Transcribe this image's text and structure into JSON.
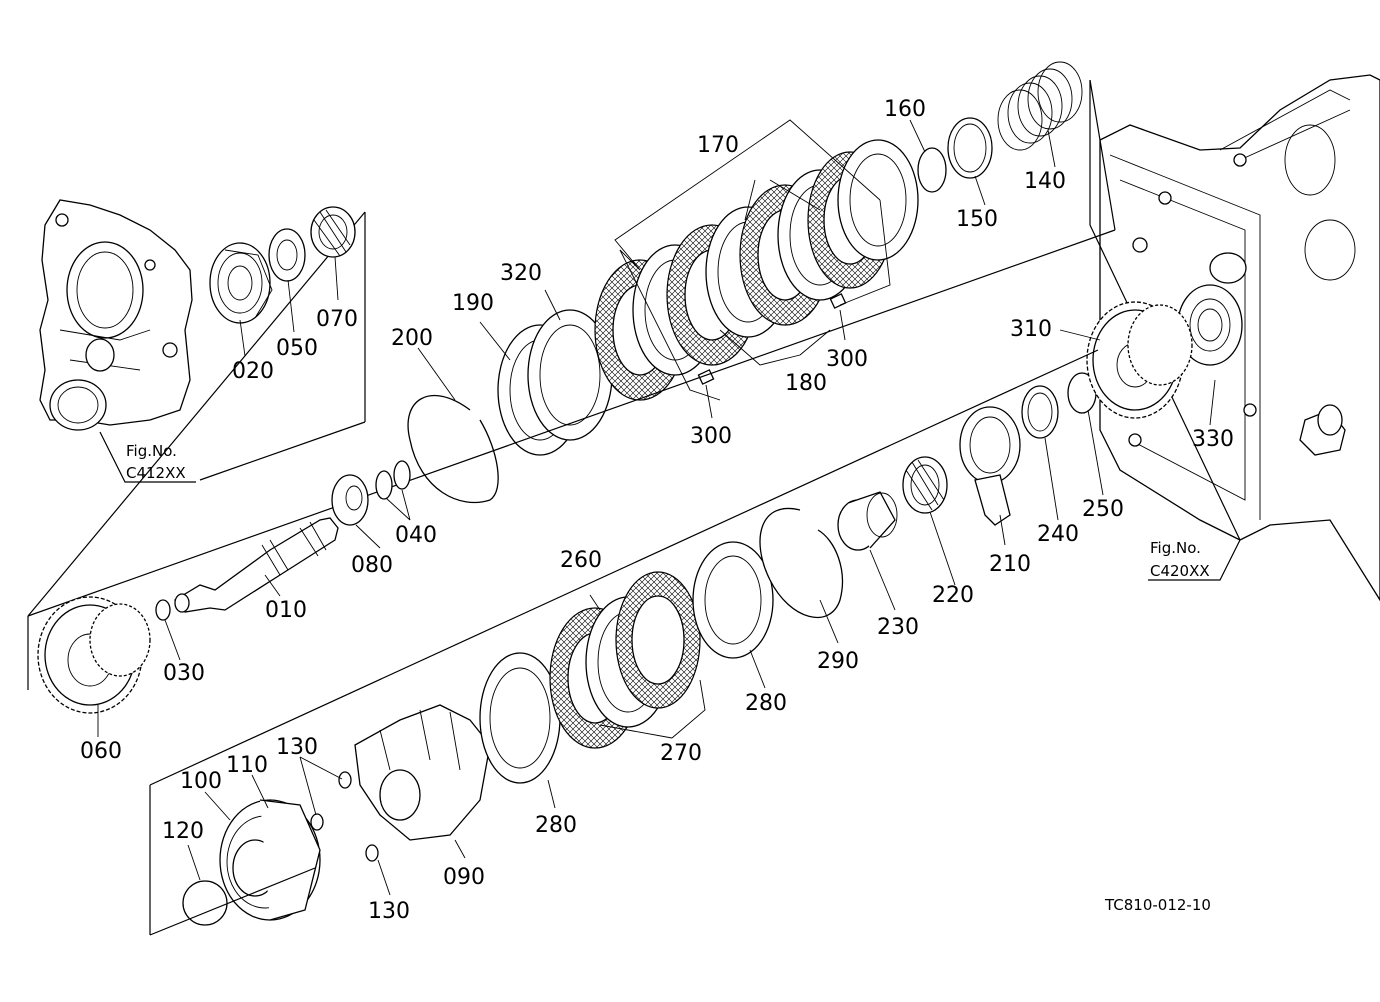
{
  "diagram_code": "TC810-012-10",
  "fig_refs": {
    "left": {
      "prefix": "Fig.No.",
      "code": "C412XX"
    },
    "right": {
      "prefix": "Fig.No.",
      "code": "C420XX"
    }
  },
  "parts": {
    "p010": "010",
    "p020": "020",
    "p030": "030",
    "p040": "040",
    "p050": "050",
    "p060": "060",
    "p070": "070",
    "p080": "080",
    "p090": "090",
    "p100": "100",
    "p110": "110",
    "p120": "120",
    "p130a": "130",
    "p130b": "130",
    "p140": "140",
    "p150": "150",
    "p160": "160",
    "p170": "170",
    "p180": "180",
    "p190": "190",
    "p200": "200",
    "p210": "210",
    "p220": "220",
    "p230": "230",
    "p240": "240",
    "p250": "250",
    "p260": "260",
    "p270": "270",
    "p280a": "280",
    "p280b": "280",
    "p290": "290",
    "p300a": "300",
    "p300b": "300",
    "p310": "310",
    "p320": "320",
    "p330": "330"
  }
}
